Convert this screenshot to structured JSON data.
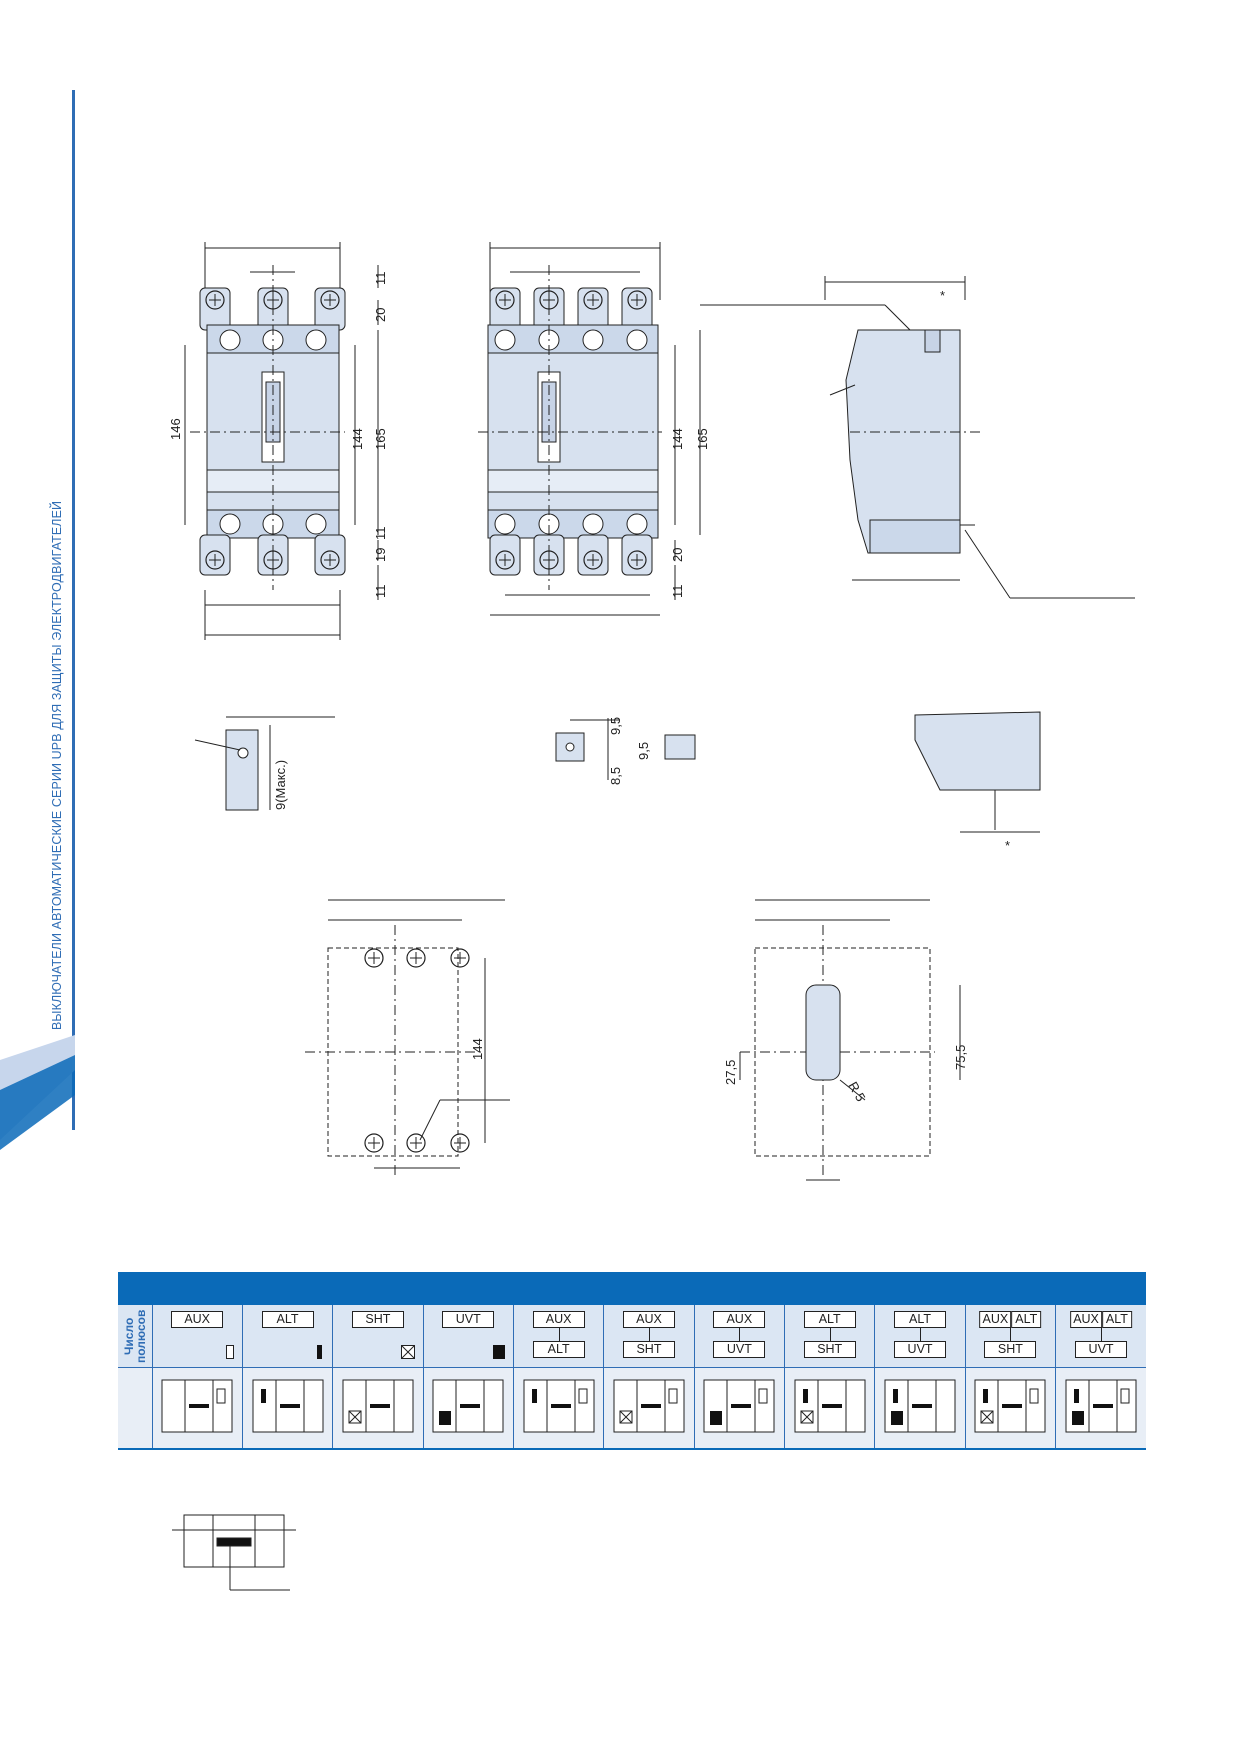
{
  "side_title": "ВЫКЛЮЧАТЕЛИ АВТОМАТИЧЕСКИЕ СЕРИИ UPB ДЛЯ ЗАЩИТЫ ЭЛЕКТРОДВИГАТЕЛЕЙ",
  "colors": {
    "brand": "#0a6ab8",
    "accent_light": "#dbe6f3",
    "device_fill": "#d7e1ef"
  },
  "dimensions": {
    "front3": {
      "d146": "146",
      "d144": "144",
      "d165": "165",
      "d11a": "11",
      "d20": "20",
      "d11b": "11",
      "d19": "19",
      "d11c": "11"
    },
    "front4": {
      "d144": "144",
      "d165": "165",
      "d20": "20",
      "d11": "11"
    },
    "side": {
      "star_top": "*",
      "star_bottom": "*"
    },
    "terminal": {
      "d9_5a": "9,5",
      "d8_5": "8,5",
      "d9_5b": "9,5",
      "d9max": "9(Макс.)"
    },
    "mount": {
      "d144": "144"
    },
    "cutout": {
      "d27_5": "27,5",
      "d75_5": "75,5",
      "r5": "R 5"
    }
  },
  "table": {
    "pole_label_1": "Число",
    "pole_label_2": "полюсов",
    "columns": [
      {
        "l1": "AUX",
        "l2": ""
      },
      {
        "l1": "ALT",
        "l2": ""
      },
      {
        "l1": "SHT",
        "l2": ""
      },
      {
        "l1": "UVT",
        "l2": ""
      },
      {
        "l1": "AUX",
        "l2": "ALT"
      },
      {
        "l1": "AUX",
        "l2": "SHT"
      },
      {
        "l1": "AUX",
        "l2": "UVT"
      },
      {
        "l1": "ALT",
        "l2": "SHT"
      },
      {
        "l1": "ALT",
        "l2": "UVT"
      },
      {
        "l1": "AUX",
        "l1b": "ALT",
        "l2": "SHT"
      },
      {
        "l1": "AUX",
        "l1b": "ALT",
        "l2": "UVT"
      }
    ]
  }
}
